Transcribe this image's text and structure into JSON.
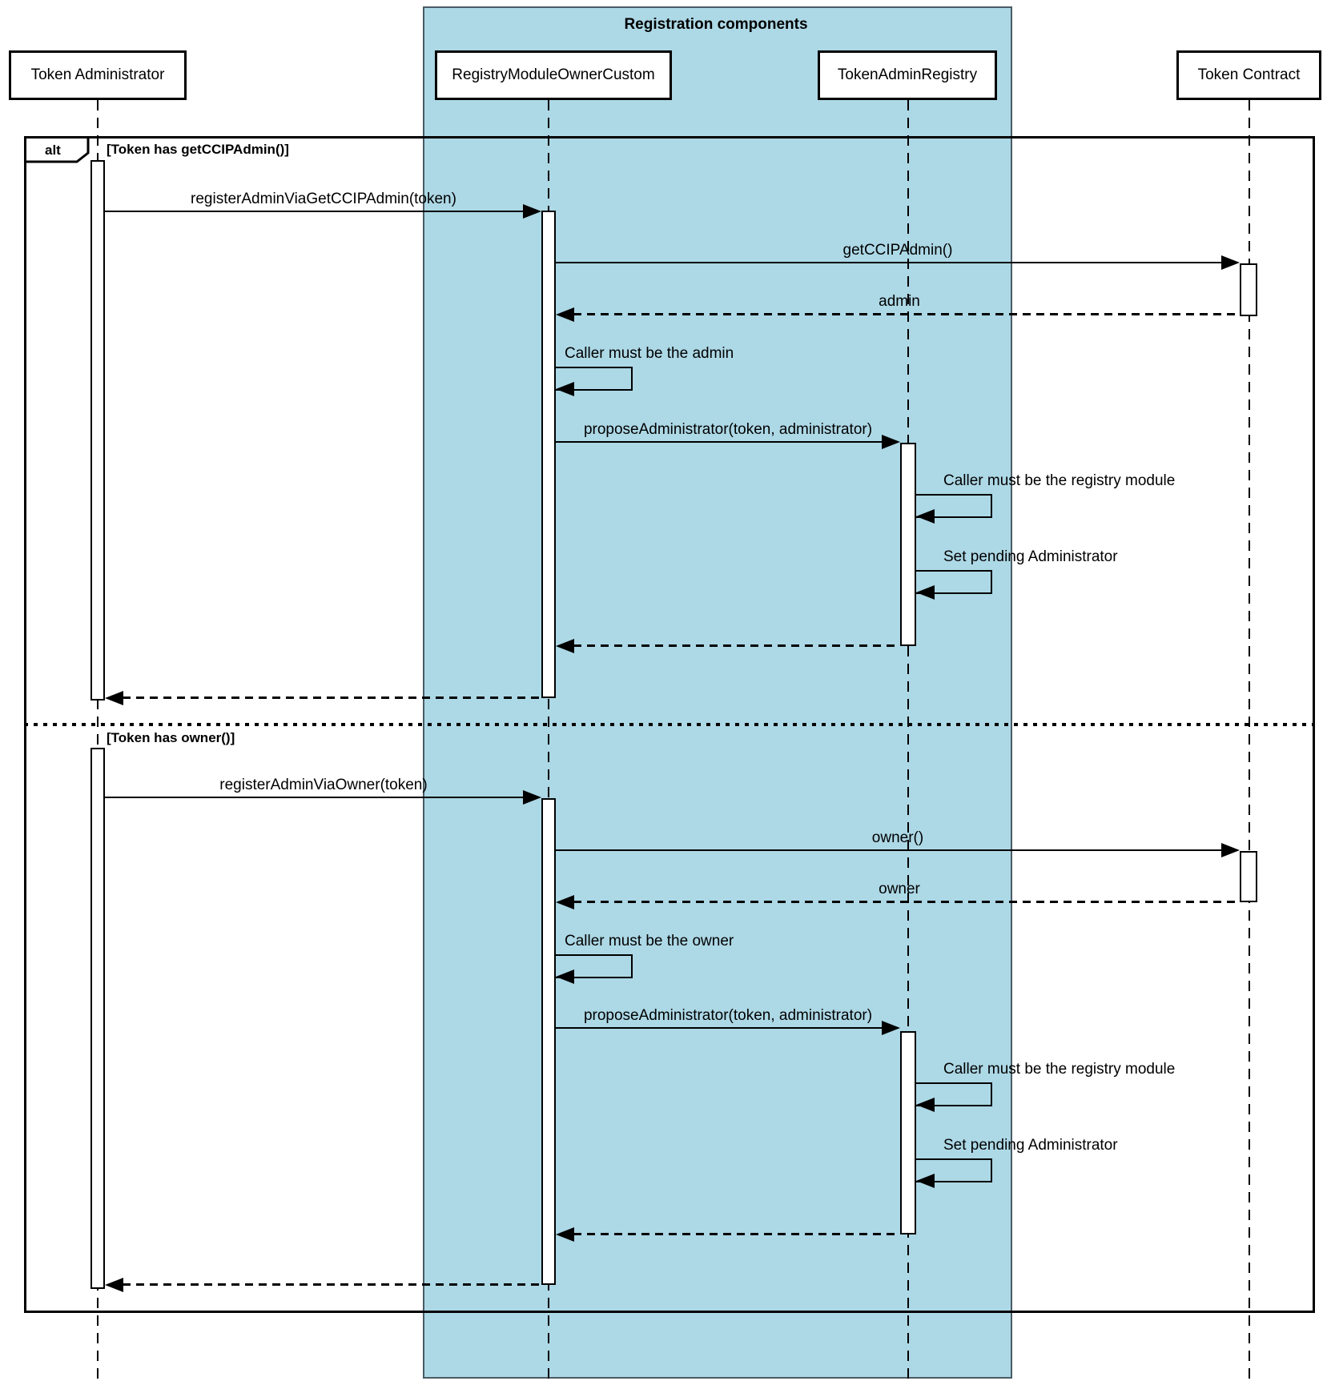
{
  "diagram_type": "uml-sequence-diagram",
  "colors": {
    "region_background": "#ADD8E6",
    "line_color": "#000000",
    "box_background": "#FFFFFF"
  },
  "region_title": "Registration components",
  "participants": [
    {
      "label": "Token Administrator"
    },
    {
      "label": "RegistryModuleOwnerCustom"
    },
    {
      "label": "TokenAdminRegistry"
    },
    {
      "label": "Token Contract"
    }
  ],
  "alt_frame": {
    "operator": "alt",
    "sections": [
      {
        "guard": "[Token has getCCIPAdmin()]",
        "messages": [
          "registerAdminViaGetCCIPAdmin(token)",
          "getCCIPAdmin()",
          "admin",
          "Caller must be the admin",
          "proposeAdministrator(token, administrator)",
          "Caller must be the registry module",
          "Set pending Administrator"
        ]
      },
      {
        "guard": "[Token has owner()]",
        "messages": [
          "registerAdminViaOwner(token)",
          "owner()",
          "owner",
          "Caller must be the owner",
          "proposeAdministrator(token, administrator)",
          "Caller must be the registry module",
          "Set pending Administrator"
        ]
      }
    ]
  }
}
